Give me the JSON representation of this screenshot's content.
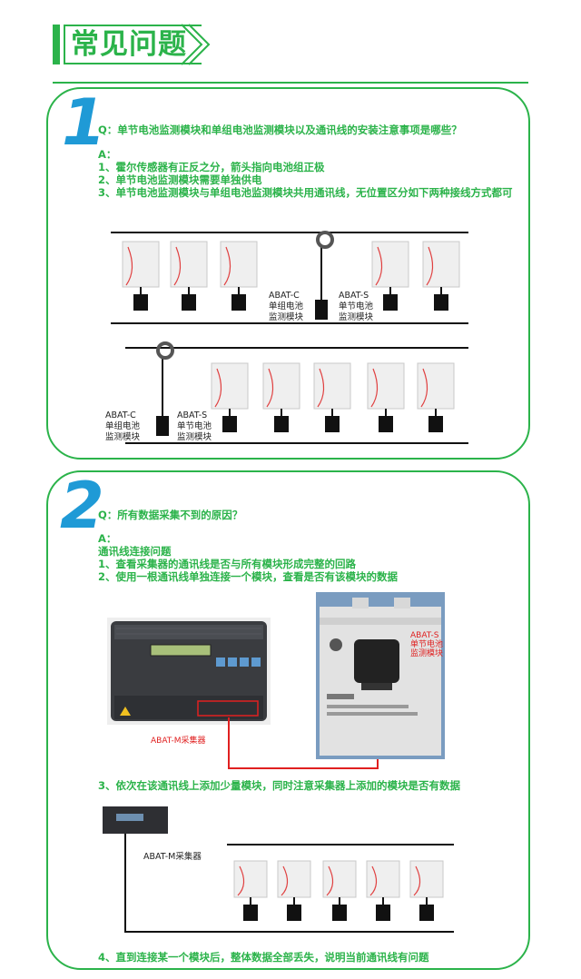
{
  "header": {
    "title": "常见问题"
  },
  "faq": [
    {
      "number": "1",
      "question": "Q：单节电池监测模块和单组电池监测模块以及通讯线的安装注意事项是哪些？",
      "answer_label": "A：",
      "answers": [
        "1、霍尔传感器有正反之分，箭头指向电池组正极",
        "2、单节电池监测模块需要单独供电",
        "3、单节电池监测模块与单组电池监测模块共用通讯线，无位置区分如下两种接线方式都可"
      ],
      "diagram_labels": {
        "abat_c": "ABAT-C",
        "group_module": "单组电池",
        "module_suffix": "监测模块",
        "abat_s": "ABAT-S",
        "cell_module": "单节电池"
      }
    },
    {
      "number": "2",
      "question": "Q：所有数据采集不到的原因？",
      "answer_label": "A：",
      "answers": [
        "通讯线连接问题",
        "1、查看采集器的通讯线是否与所有模块形成完整的回路",
        "2、使用一根通讯线单独连接一个模块，查看是否有该模块的数据"
      ],
      "photo_labels": {
        "collector": "ABAT-M采集器",
        "module_name": "ABAT-S",
        "module_desc1": "单节电池",
        "module_desc2": "监测模块"
      },
      "step3": "3、依次在该通讯线上添加少量模块，同时注意采集器上添加的模块是否有数据",
      "collector_label2": "ABAT-M采集器",
      "step4": "4、直到连接某一个模块后，整体数据全部丢失，说明当前通讯线有问题"
    }
  ],
  "colors": {
    "accent": "#2bb34a",
    "number": "#1f9ad6",
    "red": "#e02020"
  }
}
